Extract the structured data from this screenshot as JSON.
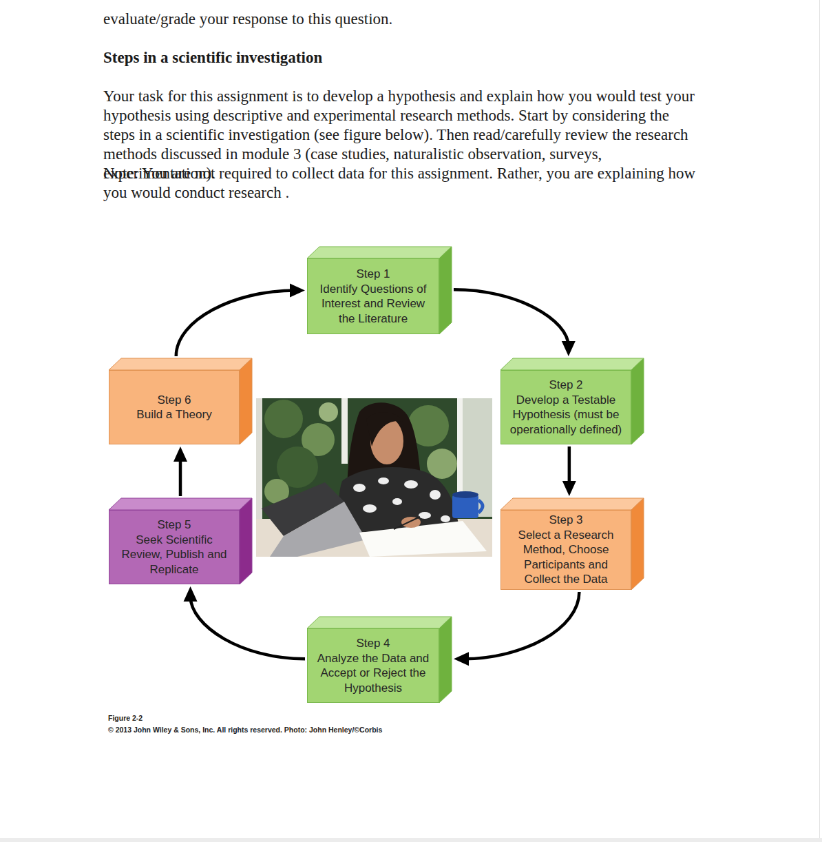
{
  "diagram": {
    "title": "Steps in a scientific investigation",
    "caption": "Figure 2-2",
    "nodes": [
      {
        "text": [
          "Step 1",
          "Identify Questions of Interest and Review the Literature"
        ]
      },
      {
        "text": [
          "Step 2",
          "Develop a Testable Hypothesis (must be operationally defined)"
        ]
      },
      {
        "text": [
          "Step 3",
          "Select a Research Method, Choose Participants and Collect the Data"
        ]
      },
      {
        "text": [
          "Step 4",
          "Analyze the Data and Accept or Reject the Hypothesis"
        ]
      },
      {
        "text": [
          "Step 5",
          "Seek Scientific Review, Publish and Replicate"
        ]
      },
      {
        "text": [
          "Step 6",
          "Build a Theory"
        ]
      }
    ],
    "edges": [
      {
        "from": 0,
        "to": 1,
        "arrow": "to"
      },
      {
        "from": 1,
        "to": 2,
        "arrow": "to"
      },
      {
        "from": 2,
        "to": 3,
        "arrow": "to"
      },
      {
        "from": 3,
        "to": 4,
        "arrow": "to"
      },
      {
        "from": 4,
        "to": 5,
        "arrow": "to"
      },
      {
        "from": 5,
        "to": 0,
        "arrow": "to"
      }
    ],
    "labels": [
      "evaluate/grade your response to this question.",
      "Your task for this assignment is to develop a hypothesis and explain how you would test your hypothesis using descriptive and experimental research methods. Start by considering the steps in a scientific investigation (see figure below). Then read/carefully review the research methods discussed in module 3 (case studies, naturalistic observation, surveys, experimentation).",
      "Note: You are not required to collect data for this assignment. Rather, you are explaining how you would conduct research .",
      "© 2013 John Wiley & Sons, Inc. All rights reserved. Photo: John Henley/©Corbis"
    ]
  }
}
